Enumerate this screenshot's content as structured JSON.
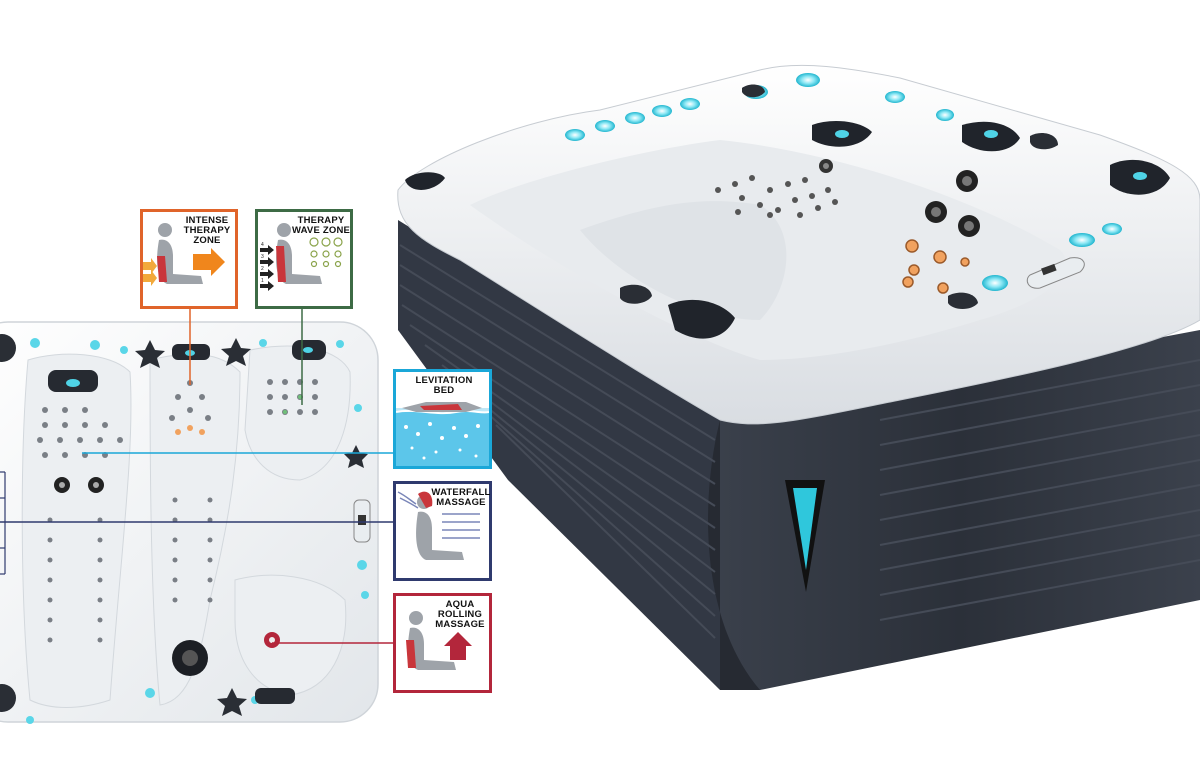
{
  "features": {
    "intense": {
      "title": "INTENSE THERAPY ZONE",
      "color": "#e0642a"
    },
    "wave": {
      "title": "THERAPY WAVE ZONE",
      "color": "#3d6b45"
    },
    "levitation": {
      "title": "LEVITATION BED",
      "color": "#1aa7d8"
    },
    "waterfall": {
      "title": "WATERFALL MASSAGE",
      "color": "#2f3a6e"
    },
    "aqua": {
      "title": "AQUA ROLLING MASSAGE",
      "color": "#b3263b"
    }
  },
  "wave_zone_steps": [
    "4",
    "3",
    "2",
    "1"
  ],
  "colors": {
    "shell": "#f3f5f7",
    "cabinet": "#2c313b",
    "jet_glow": "#4fd3e6",
    "headrest": "#22262d"
  }
}
